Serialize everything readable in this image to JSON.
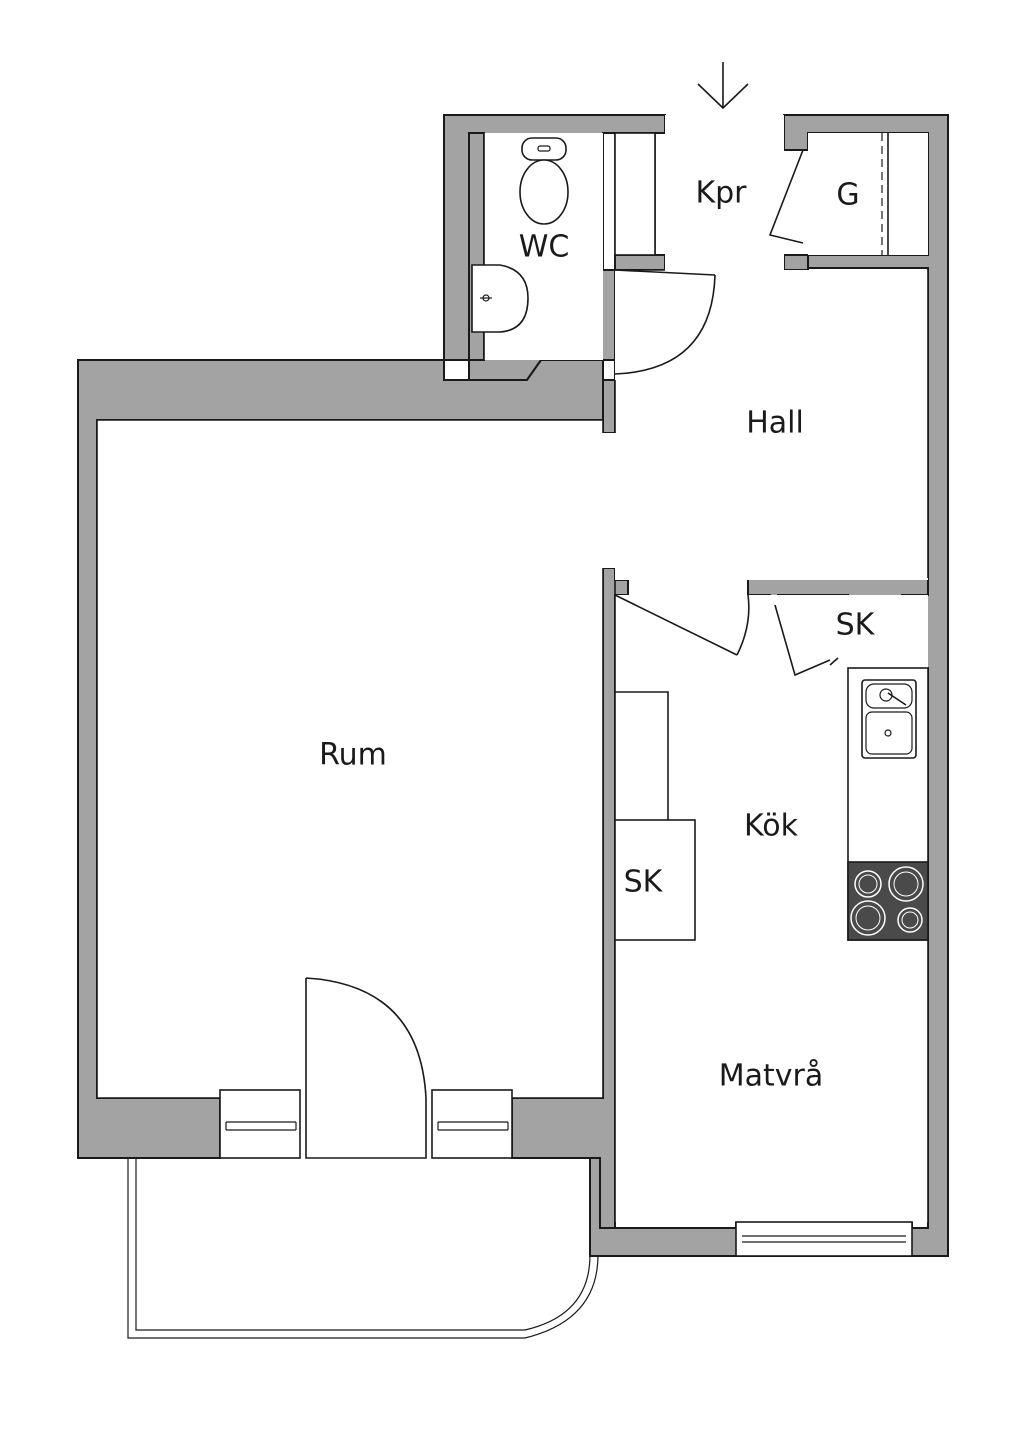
{
  "colors": {
    "wall": "#a3a3a3",
    "stroke": "#1a1a1a",
    "floor": "#ffffff",
    "stove": "#4a4a4a"
  },
  "rooms": {
    "wc": "WC",
    "kpr": "Kpr",
    "g": "G",
    "hall": "Hall",
    "rum": "Rum",
    "sk_hall": "SK",
    "kok": "Kök",
    "sk_kok": "SK",
    "matvra": "Matvrå"
  },
  "icons": [
    "entrance-arrow-icon",
    "toilet-icon",
    "washbasin-icon",
    "sink-icon",
    "stove-icon"
  ]
}
